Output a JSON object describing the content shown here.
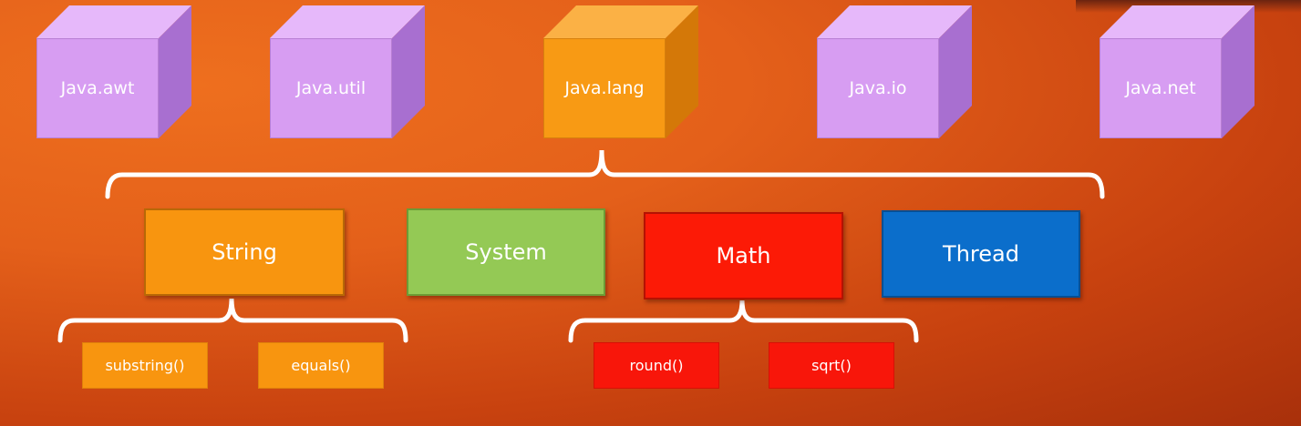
{
  "packages": [
    {
      "label": "Java.awt"
    },
    {
      "label": "Java.util"
    },
    {
      "label": "Java.lang"
    },
    {
      "label": "Java.io"
    },
    {
      "label": "Java.net"
    }
  ],
  "classes": [
    {
      "label": "String"
    },
    {
      "label": "System"
    },
    {
      "label": "Math"
    },
    {
      "label": "Thread"
    }
  ],
  "string_methods": [
    {
      "label": "substring()"
    },
    {
      "label": "equals()"
    }
  ],
  "math_methods": [
    {
      "label": "round()"
    },
    {
      "label": "sqrt()"
    }
  ],
  "colors": {
    "package_default": "#d79df2",
    "package_highlight": "#f89a14",
    "string": "#f8950f",
    "system": "#94c955",
    "math": "#fc1a06",
    "thread": "#0b6ecb",
    "background": "#e4601a"
  }
}
